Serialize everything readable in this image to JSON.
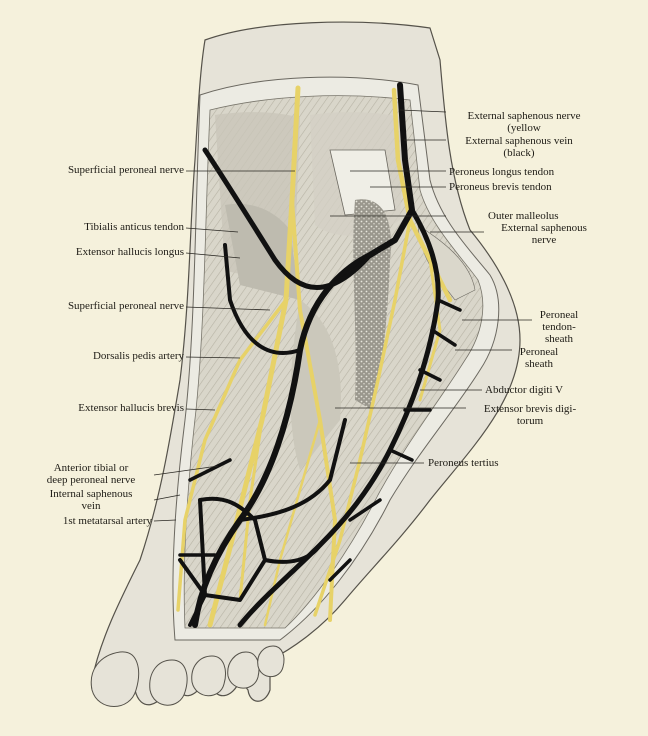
{
  "figure": {
    "left_labels": [
      {
        "id": "superficial-peroneal-nerve-1",
        "lines": [
          "Superficial peroneal nerve"
        ]
      },
      {
        "id": "tibialis-anticus-tendon",
        "lines": [
          "Tibialis anticus tendon"
        ]
      },
      {
        "id": "extensor-hallucis-longus",
        "lines": [
          "Extensor hallucis longus"
        ]
      },
      {
        "id": "superficial-peroneal-nerve-2",
        "lines": [
          "Superficial peroneal nerve"
        ]
      },
      {
        "id": "dorsalis-pedis-artery",
        "lines": [
          "Dorsalis pedis artery"
        ]
      },
      {
        "id": "extensor-hallucis-brevis",
        "lines": [
          "Extensor hallucis brevis"
        ]
      },
      {
        "id": "anterior-tibial-nerve",
        "lines": [
          "Anterior tibial or",
          "deep peroneal nerve"
        ]
      },
      {
        "id": "internal-saphenous-vein",
        "lines": [
          "Internal saphenous",
          "vein"
        ]
      },
      {
        "id": "first-metatarsal-artery",
        "lines": [
          "1st metatarsal artery"
        ]
      }
    ],
    "right_labels": [
      {
        "id": "external-saphenous-nerve-1",
        "lines": [
          "External saphenous nerve",
          "(yellow"
        ]
      },
      {
        "id": "external-saphenous-vein",
        "lines": [
          "External saphenous vein",
          "(black)"
        ]
      },
      {
        "id": "peroneus-longus-tendon",
        "lines": [
          "Peroneus longus tendon"
        ]
      },
      {
        "id": "peroneus-brevis-tendon",
        "lines": [
          "Peroneus brevis tendon"
        ]
      },
      {
        "id": "outer-malleolus",
        "lines": [
          "Outer malleolus"
        ]
      },
      {
        "id": "external-saphenous-nerve-2",
        "lines": [
          "External saphenous",
          "nerve"
        ]
      },
      {
        "id": "peroneal-tendon-sheath",
        "lines": [
          "Peroneal",
          "tendon-",
          "sheath"
        ]
      },
      {
        "id": "peroneal-sheath",
        "lines": [
          "Peroneal",
          "sheath"
        ]
      },
      {
        "id": "abductor-digiti-v",
        "lines": [
          "Abductor digiti V"
        ]
      },
      {
        "id": "extensor-brevis-digitorum",
        "lines": [
          "Extensor brevis digi-",
          "torum"
        ]
      },
      {
        "id": "peroneus-tertius",
        "lines": [
          "Peroneus tertius"
        ]
      }
    ],
    "colors": {
      "paper": "#f5f1dc",
      "skin": "#e8e6dc",
      "muscle": "#cfccc0",
      "vein": "#111111",
      "nerve": "#e7d268",
      "line": "#2a2823"
    }
  }
}
